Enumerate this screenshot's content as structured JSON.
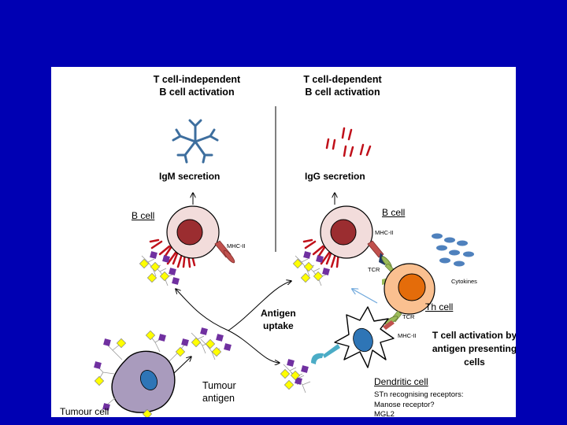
{
  "headers": {
    "t_independent": [
      "T cell-independent",
      "B cell activation"
    ],
    "t_dependent": [
      "T cell-dependent",
      "B cell activation"
    ]
  },
  "labels": {
    "igm_secretion": "IgM secretion",
    "igg_secretion": "IgG secretion",
    "b_cell_left": "B cell",
    "b_cell_right": "B cell",
    "mhc_ii_left": "MHC-II",
    "mhc_ii_right": "MHC-II",
    "mhc_ii_dc": "MHC-II",
    "tcr_1": "TCR",
    "tcr_2": "TCR",
    "cytokines": "Cytokines",
    "th_cell": "Th cell",
    "antigen_uptake": [
      "Antigen",
      "uptake"
    ],
    "t_cell_activation": [
      "T cell activation by",
      "antigen presenting",
      "cells"
    ],
    "tumour_antigen": [
      "Tumour",
      "antigen"
    ],
    "tumour_cell": "Tumour cell",
    "dendritic_cell": "Dendritic cell",
    "receptors": [
      "STn recognising  receptors:",
      "Manose receptor?",
      "MGL2"
    ]
  },
  "colors": {
    "background": "#0000b3",
    "panel": "#ffffff",
    "igm": "#3d6e9e",
    "igg": "#c0101a",
    "b_cell_outer": "#f2dcdb",
    "b_cell_nucleus": "#9b2d30",
    "th_cell_outer": "#fac090",
    "th_cell_nucleus": "#e46c0a",
    "tumour_cell": "#a99bbd",
    "nucleus_blue": "#2e75b6",
    "antigen_purple": "#7030a0",
    "antigen_yellow": "#ffff00",
    "cytokine": "#4f81bd",
    "receptor_teal": "#4bacc6",
    "mhc": "#c0504d",
    "tcr": "#9bbb59"
  }
}
